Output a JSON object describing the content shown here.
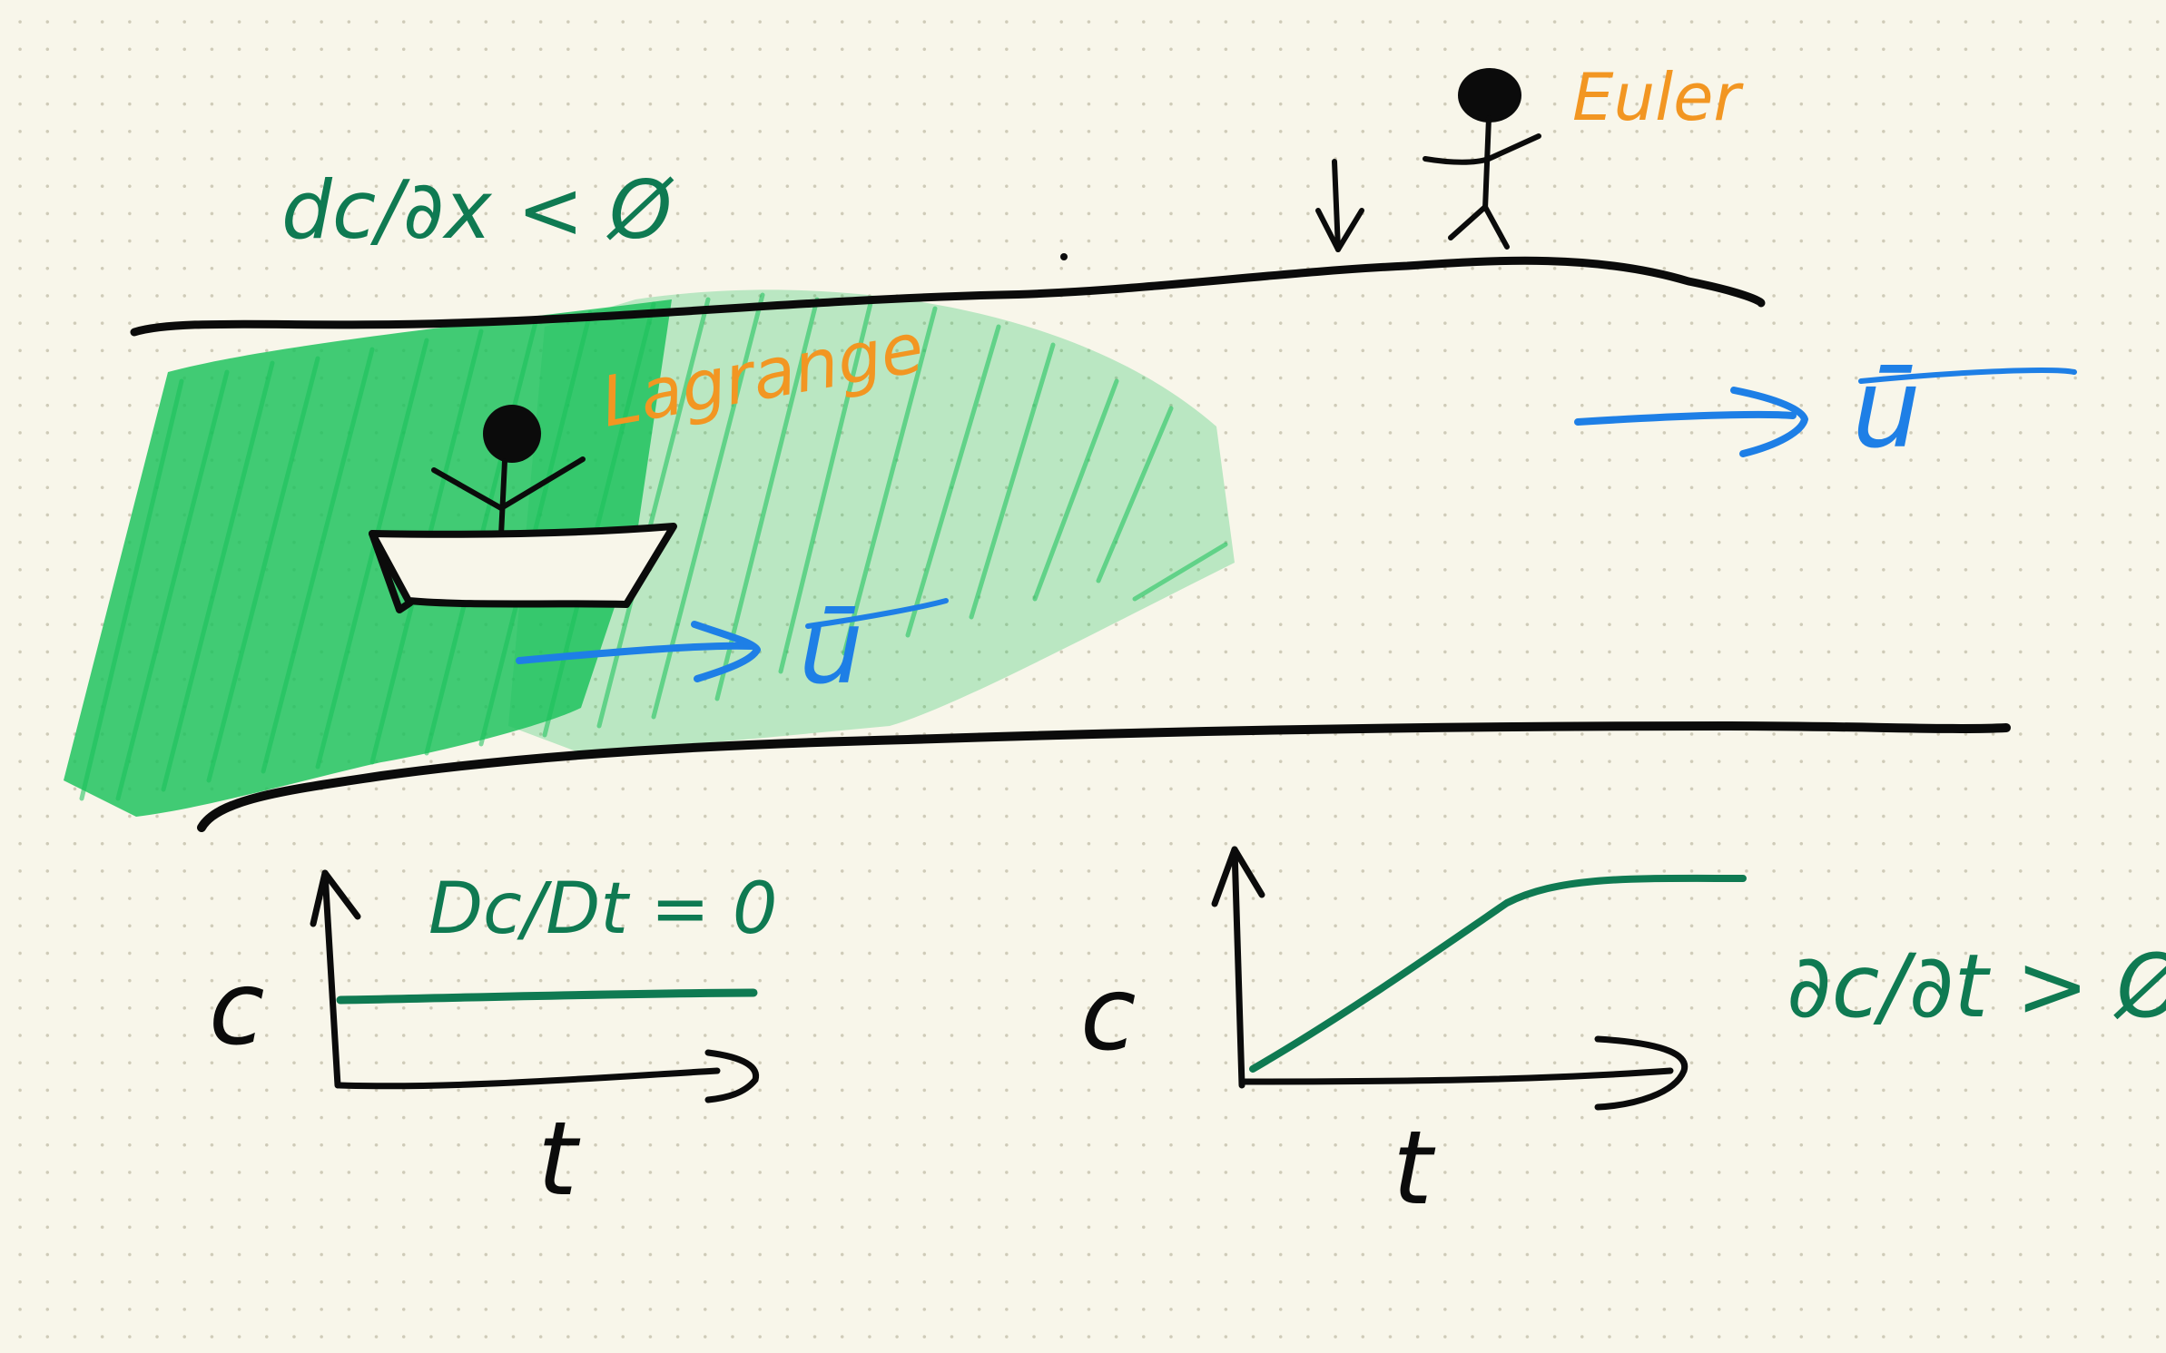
{
  "colors": {
    "background": "#f8f6ea",
    "dot_grid": "#cfcbb8",
    "ink_black": "#0b0b0b",
    "ink_green": "#0f7a52",
    "ink_orange": "#f29622",
    "ink_blue": "#1e7fe6",
    "shade_green": "#19c15a",
    "shade_green_light": "#7fd89a"
  },
  "labels": {
    "spatial_gradient": "dc/∂x < Ø",
    "euler": "Euler",
    "lagrange": "Lagrange",
    "velocity_top": "ū",
    "velocity_boat": "ū",
    "lagrange_derivative": "Dc/Dt = 0",
    "euler_derivative": "∂c/∂t > Ø",
    "left_axis_y": "c",
    "left_axis_x": "t",
    "right_axis_y": "c",
    "right_axis_x": "t"
  },
  "icons": {
    "euler_observer": "stick-figure-icon",
    "lagrange_observer": "stick-figure-icon",
    "boat": "boat-icon",
    "down_arrow": "arrow-down-icon"
  }
}
